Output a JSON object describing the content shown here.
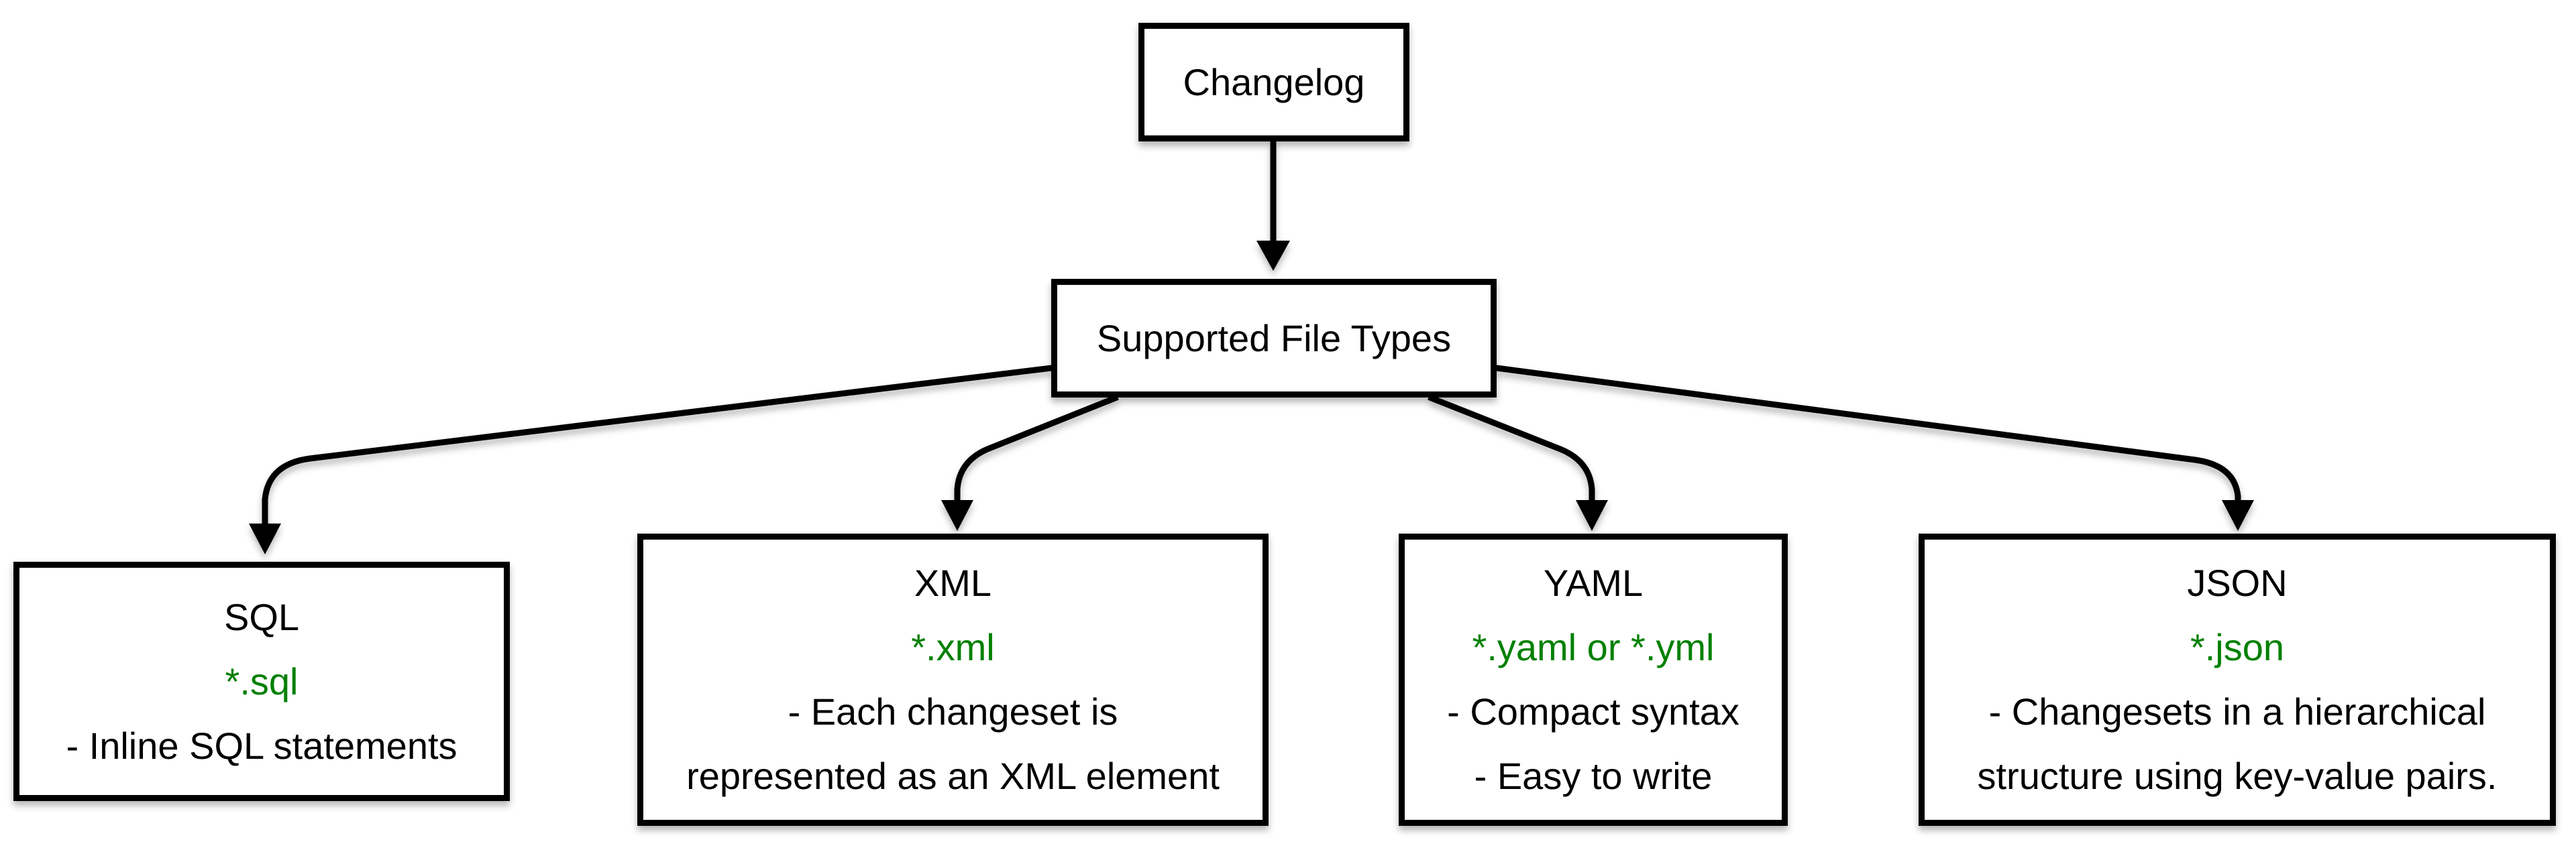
{
  "diagram": {
    "root": {
      "label": "Changelog"
    },
    "hub": {
      "label": "Supported File Types"
    },
    "children": [
      {
        "title": "SQL",
        "pattern": "*.sql",
        "description": [
          "- Inline SQL statements"
        ]
      },
      {
        "title": "XML",
        "pattern": "*.xml",
        "description": [
          "- Each changeset is",
          "represented as an XML element"
        ]
      },
      {
        "title": "YAML",
        "pattern": "*.yaml or *.yml",
        "description": [
          "- Compact syntax",
          "- Easy to write"
        ]
      },
      {
        "title": "JSON",
        "pattern": "*.json",
        "description": [
          "- Changesets in a hierarchical",
          "structure using key-value pairs."
        ]
      }
    ],
    "colors": {
      "pattern_text": "#008000",
      "line": "#000000",
      "border": "#000000",
      "box_fill": "#ffffff",
      "text": "#000000",
      "background": "#ffffff"
    }
  }
}
